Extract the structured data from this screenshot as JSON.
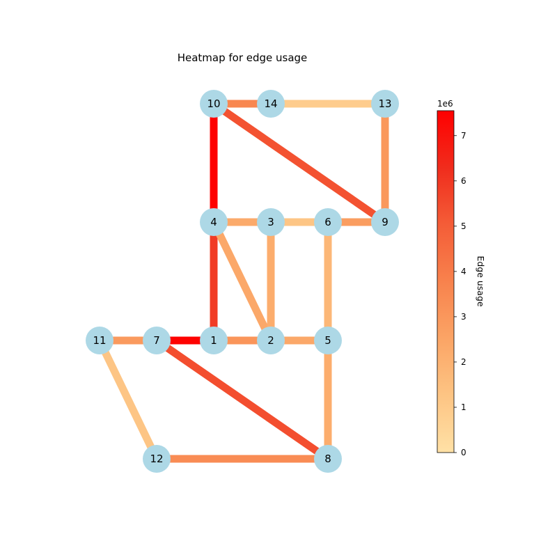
{
  "title": "Heatmap for edge usage",
  "colorbar": {
    "label": "Edge usage",
    "multiplier_label": "1e6",
    "min": 0,
    "max": 7.55,
    "ticks": [
      "0",
      "1",
      "2",
      "3",
      "4",
      "5",
      "6",
      "7"
    ],
    "colormap": [
      "#ffe1a6",
      "#fdc483",
      "#fba566",
      "#f8824d",
      "#f45c37",
      "#f02d1d",
      "#ff0000"
    ]
  },
  "node_color": "#add8e6",
  "nodes": [
    {
      "id": "1"
    },
    {
      "id": "2"
    },
    {
      "id": "3"
    },
    {
      "id": "4"
    },
    {
      "id": "5"
    },
    {
      "id": "6"
    },
    {
      "id": "7"
    },
    {
      "id": "8"
    },
    {
      "id": "9"
    },
    {
      "id": "10"
    },
    {
      "id": "11"
    },
    {
      "id": "12"
    },
    {
      "id": "13"
    },
    {
      "id": "14"
    }
  ],
  "edges": [
    {
      "source": "10",
      "target": "14",
      "usage": 3.6
    },
    {
      "source": "14",
      "target": "13",
      "usage": 0.9
    },
    {
      "source": "13",
      "target": "9",
      "usage": 3.0
    },
    {
      "source": "10",
      "target": "9",
      "usage": 5.3
    },
    {
      "source": "10",
      "target": "4",
      "usage": 7.5
    },
    {
      "source": "4",
      "target": "3",
      "usage": 2.3
    },
    {
      "source": "3",
      "target": "6",
      "usage": 1.2
    },
    {
      "source": "6",
      "target": "9",
      "usage": 2.8
    },
    {
      "source": "4",
      "target": "1",
      "usage": 5.9
    },
    {
      "source": "4",
      "target": "2",
      "usage": 2.4
    },
    {
      "source": "3",
      "target": "2",
      "usage": 2.2
    },
    {
      "source": "6",
      "target": "5",
      "usage": 1.8
    },
    {
      "source": "11",
      "target": "7",
      "usage": 2.9
    },
    {
      "source": "7",
      "target": "1",
      "usage": 7.5
    },
    {
      "source": "1",
      "target": "2",
      "usage": 3.1
    },
    {
      "source": "2",
      "target": "5",
      "usage": 2.4
    },
    {
      "source": "11",
      "target": "12",
      "usage": 1.2
    },
    {
      "source": "7",
      "target": "8",
      "usage": 5.4
    },
    {
      "source": "5",
      "target": "8",
      "usage": 2.2
    },
    {
      "source": "12",
      "target": "8",
      "usage": 3.4
    }
  ]
}
